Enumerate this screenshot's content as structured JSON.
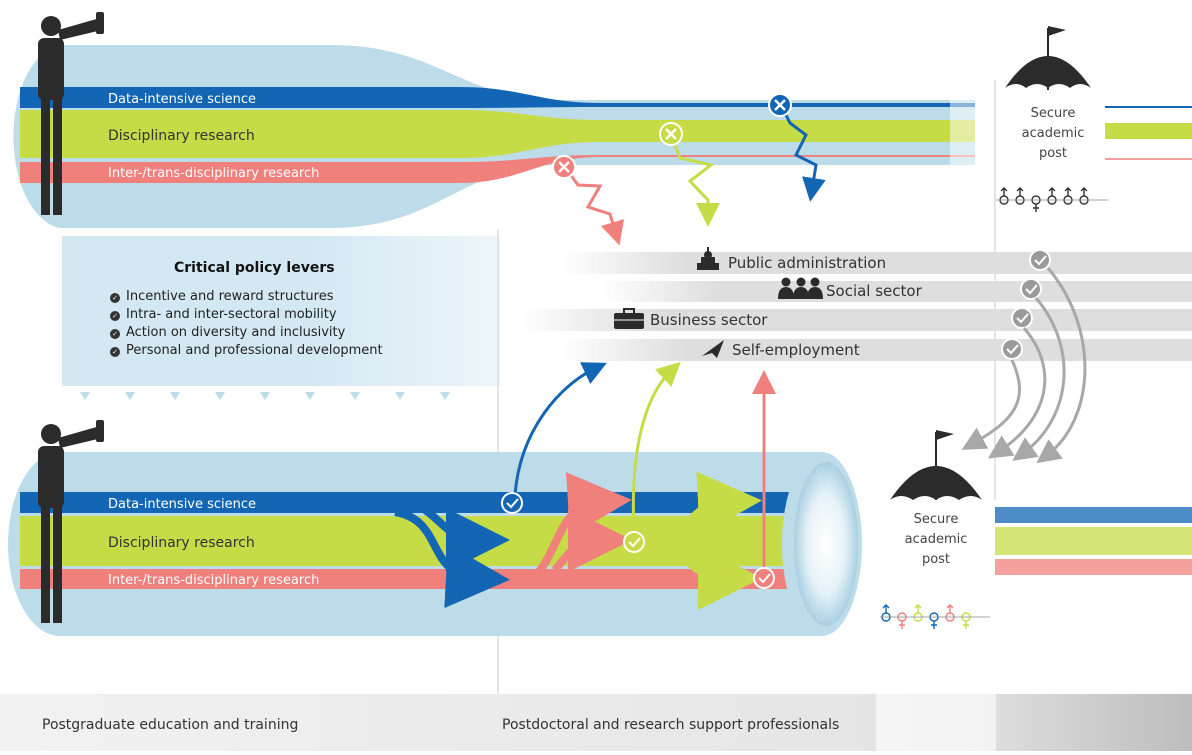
{
  "top_pipeline": {
    "tracks": {
      "data_intensive": "Data-intensive science",
      "disciplinary": "Disciplinary research",
      "inter_trans": "Inter-/trans-disciplinary research"
    },
    "secure_post": {
      "line1": "Secure",
      "line2": "academic",
      "line3": "post"
    }
  },
  "policy_levers": {
    "title": "Critical policy levers",
    "items": [
      "Incentive and reward structures",
      "Intra- and inter-sectoral mobility",
      "Action on diversity and inclusivity",
      "Personal and professional development"
    ]
  },
  "sectors": {
    "public_administration": "Public administration",
    "social_sector": "Social sector",
    "business_sector": "Business sector",
    "self_employment": "Self-employment"
  },
  "bottom_pipeline": {
    "tracks": {
      "data_intensive": "Data-intensive science",
      "disciplinary": "Disciplinary research",
      "inter_trans": "Inter-/trans-disciplinary research"
    },
    "secure_post": {
      "line1": "Secure",
      "line2": "academic",
      "line3": "post"
    }
  },
  "phases": {
    "postgraduate": "Postgraduate education and training",
    "postdoctoral": "Postdoctoral and research support professionals"
  },
  "icons": {
    "figure": "person-with-telescope-icon",
    "umbrella": "umbrella-flag-icon",
    "public_admin": "capitol-building-icon",
    "social": "people-icon",
    "business": "briefcase-icon",
    "self_employment": "paper-plane-icon",
    "success": "check-circle-icon",
    "failure": "x-circle-icon",
    "gender": "gender-symbols-icon"
  },
  "colors": {
    "data_intensive": "#1266b4",
    "disciplinary": "#c6dc47",
    "inter_trans": "#f0807c",
    "pipeline": "#bddcea",
    "sector_bar": "#dedede",
    "dark": "#2b2b2b"
  }
}
